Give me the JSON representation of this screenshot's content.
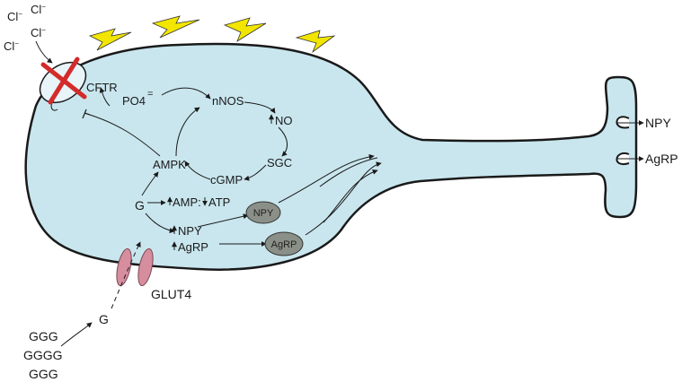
{
  "chloride": {
    "ion": "Cl",
    "charge": "−"
  },
  "labels": {
    "cftr": "CFTR",
    "po4": "PO4",
    "po4_charge": "=",
    "nnos": "nNOS",
    "no": "NO",
    "sgc": "SGC",
    "cgmp": "cGMP",
    "ampk": "AMPK",
    "g_inside": "G",
    "amp_atp": "AMP:",
    "atp": "ATP",
    "npy_inside": "NPY",
    "agrp_inside": "AgRP",
    "npy_vesicle": "NPY",
    "agrp_vesicle": "AgRP",
    "glut4": "GLUT4",
    "g_outside": "G",
    "ggg_top": "GGG",
    "gggg": "GGGG",
    "ggg_bottom": "GGG",
    "npy_release": "NPY",
    "agrp_release": "AgRP"
  },
  "colors": {
    "cell_fill": "#c9e6ee",
    "cell_stroke": "#1a1a1a",
    "lightning": "#f2e600",
    "glut4": "#d68e9f",
    "vesicle": "#8a9088",
    "x_mark": "#d42a2a"
  }
}
